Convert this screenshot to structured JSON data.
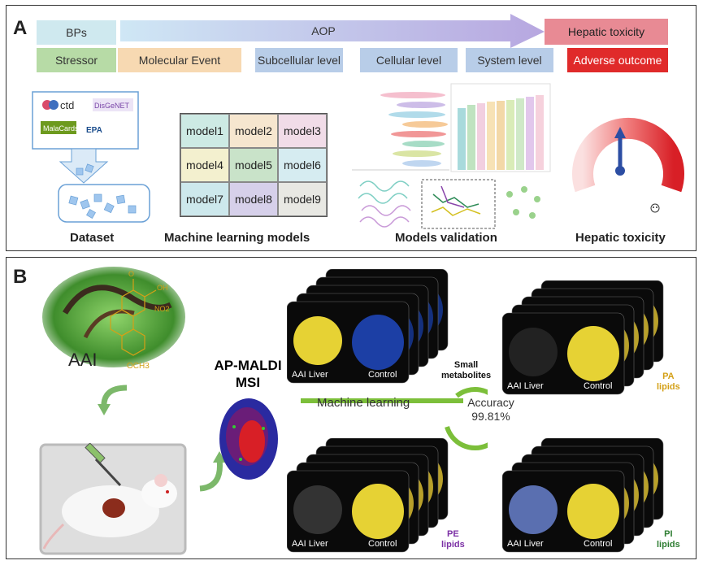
{
  "panelA": {
    "label": "A",
    "top_row": {
      "left": "BPs",
      "arrow": "AOP",
      "right": "Hepatic toxicity"
    },
    "aop_steps": [
      "Stressor",
      "Molecular Event",
      "Subcellular level",
      "Cellular level",
      "System level",
      "Adverse outcome"
    ],
    "dataset_logos": [
      "ctd",
      "DisGeNET",
      "MalaCards",
      "EPA"
    ],
    "models": [
      "model1",
      "model2",
      "model3",
      "model4",
      "model5",
      "model6",
      "model7",
      "model8",
      "model9"
    ],
    "captions": [
      "Dataset",
      "Machine learning models",
      "Models validation",
      "Hepatic toxicity"
    ]
  },
  "panelB": {
    "label": "B",
    "molecule": {
      "carbonyl": "O",
      "acid": "OH",
      "nitro": "NO2",
      "methoxy": "OCH3"
    },
    "compound": "AAI",
    "method_line1": "AP-MALDI",
    "method_line2": "MSI",
    "ml_label": "Machine learning",
    "accuracy_label": "Accuracy",
    "accuracy_value": "99.81%",
    "stacks": [
      {
        "left": "AAI Liver",
        "right": "Control",
        "tag_line1": "Small",
        "tag_line2": "metabolites",
        "tag_color": "#111111"
      },
      {
        "left": "AAI Liver",
        "right": "Control",
        "tag_line1": "PA",
        "tag_line2": "lipids",
        "tag_color": "#d4a017"
      },
      {
        "left": "AAI Liver",
        "right": "Control",
        "tag_line1": "PE",
        "tag_line2": "lipids",
        "tag_color": "#7b2fa5"
      },
      {
        "left": "AAI Liver",
        "right": "Control",
        "tag_line1": "PI",
        "tag_line2": "lipids",
        "tag_color": "#2e7d32"
      }
    ]
  }
}
